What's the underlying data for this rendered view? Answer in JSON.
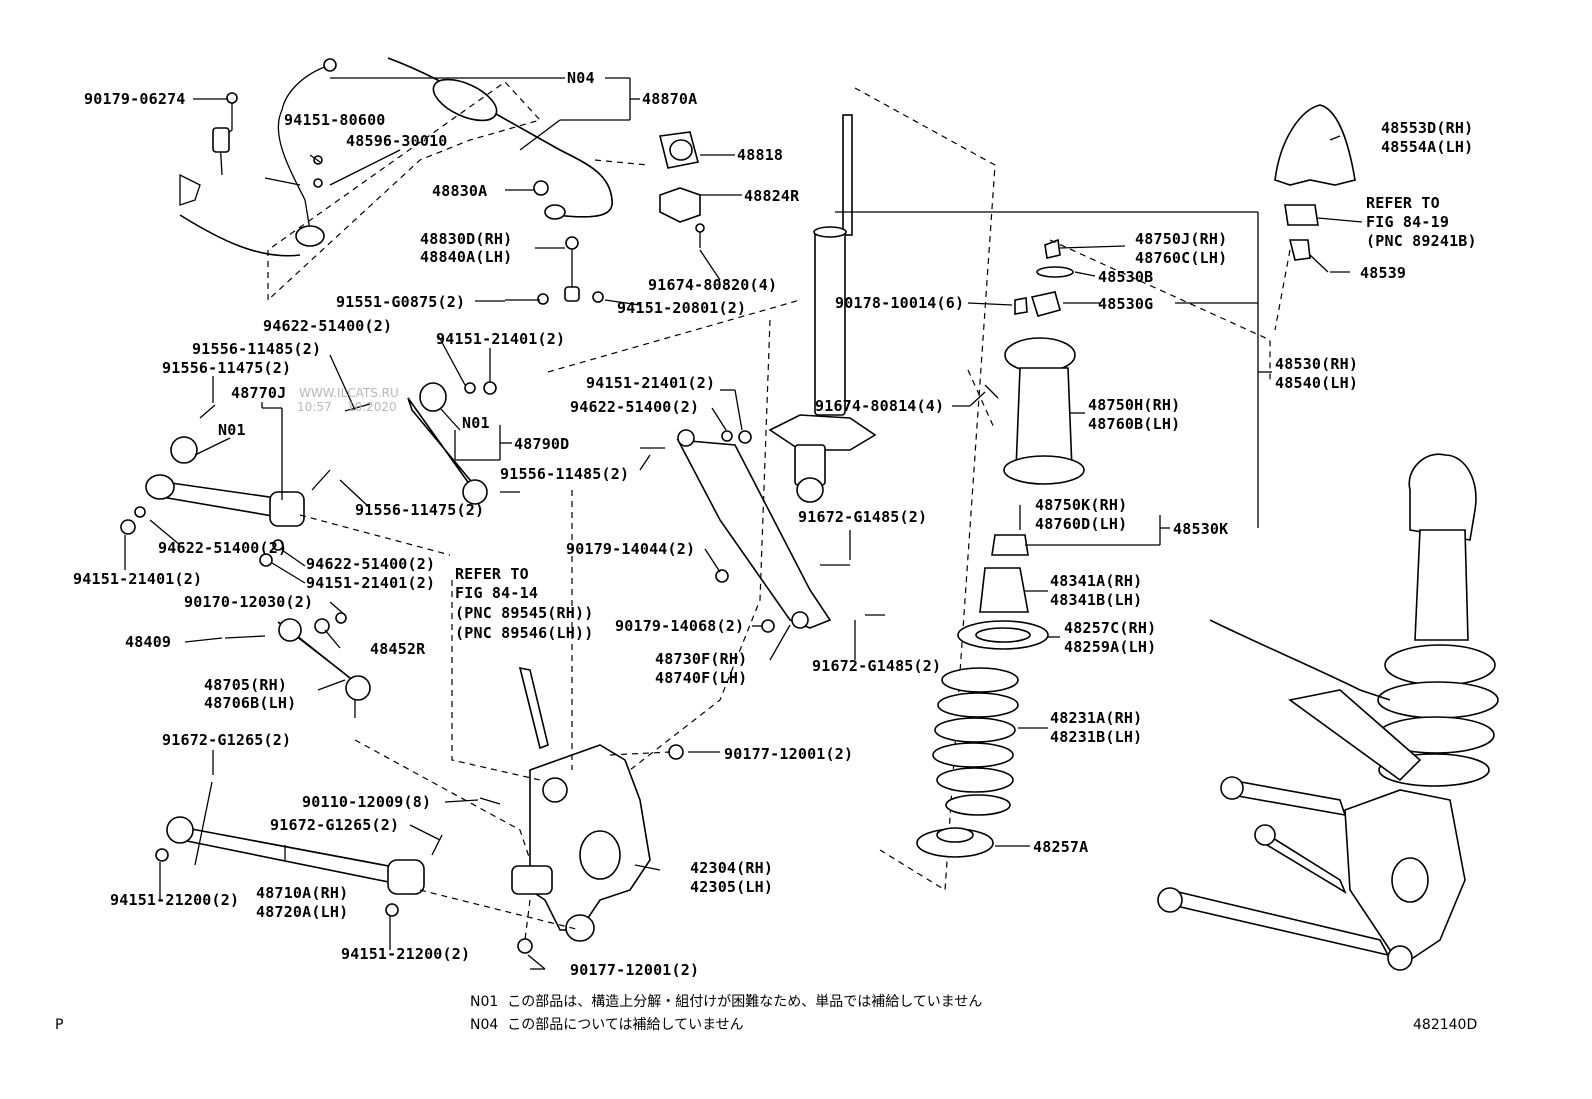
{
  "diagram": {
    "code": "482140D",
    "corner_mark": "P",
    "watermark": [
      "WWW.ILCATS.RU",
      "10:57",
      "10.2020"
    ],
    "notes": [
      {
        "code": "N01",
        "text": "この部品は、構造上分解・組付けが困難なため、単品では補給していません"
      },
      {
        "code": "N04",
        "text": "この部品については補給していません"
      }
    ],
    "labels": {
      "p90179_06274": "90179-06274",
      "n04": "N04",
      "p48870A": "48870A",
      "p94151_80600": "94151-80600",
      "p48596_30010": "48596-30010",
      "p48818": "48818",
      "p48830A": "48830A",
      "p48824R": "48824R",
      "p48830D": "48830D(RH)",
      "p48840A": "48840A(LH)",
      "p91674_80820": "91674-80820(4)",
      "p91551_G0875": "91551-G0875(2)",
      "p94151_20801": "94151-20801(2)",
      "p94622_51400_a": "94622-51400(2)",
      "p94151_21401_a": "94151-21401(2)",
      "p91556_11485_a": "91556-11485(2)",
      "p91556_11475_a": "91556-11475(2)",
      "p48770J": "48770J",
      "n01_a": "N01",
      "n01_b": "N01",
      "p48790D": "48790D",
      "p91556_11485_b": "91556-11485(2)",
      "p91556_11475_b": "91556-11475(2)",
      "p94622_51400_b": "94622-51400(2)",
      "p94151_21401_b": "94151-21401(2)",
      "p94622_51400_c": "94622-51400(2)",
      "p94151_21401_c": "94151-21401(2)",
      "p90170_12030": "90170-12030(2)",
      "p48409": "48409",
      "p48452R": "48452R",
      "p48705": "48705(RH)",
      "p48706B": "48706B(LH)",
      "refer_84_14_a": "REFER TO",
      "refer_84_14_b": "FIG 84-14",
      "refer_84_14_c": "(PNC 89545(RH))",
      "refer_84_14_d": "(PNC 89546(LH))",
      "p94151_21401_d": "94151-21401(2)",
      "p94622_51400_d": "94622-51400(2)",
      "p90179_14044": "90179-14044(2)",
      "p90179_14068": "90179-14068(2)",
      "p48730F": "48730F(RH)",
      "p48740F": "48740F(LH)",
      "p91672_G1485_a": "91672-G1485(2)",
      "p91672_G1485_b": "91672-G1485(2)",
      "p90178_10014": "90178-10014(6)",
      "p91674_80814": "91674-80814(4)",
      "p91672_G1265_a": "91672-G1265(2)",
      "p90177_12001_a": "90177-12001(2)",
      "p90110_12009": "90110-12009(8)",
      "p91672_G1265_b": "91672-G1265(2)",
      "p94151_21200_a": "94151-21200(2)",
      "p48710A": "48710A(RH)",
      "p48720A": "48720A(LH)",
      "p94151_21200_b": "94151-21200(2)",
      "p42304": "42304(RH)",
      "p42305": "42305(LH)",
      "p90177_12001_b": "90177-12001(2)",
      "p48553D": "48553D(RH)",
      "p48554A": "48554A(LH)",
      "refer_84_19_a": "REFER TO",
      "refer_84_19_b": "FIG 84-19",
      "refer_84_19_c": "(PNC 89241B)",
      "p48539": "48539",
      "p48750J": "48750J(RH)",
      "p48760C": "48760C(LH)",
      "p48530B": "48530B",
      "p48530G": "48530G",
      "p48530": "48530(RH)",
      "p48540": "48540(LH)",
      "p48750H": "48750H(RH)",
      "p48760B": "48760B(LH)",
      "p48750K": "48750K(RH)",
      "p48760D": "48760D(LH)",
      "p48530K": "48530K",
      "p48341A": "48341A(RH)",
      "p48341B": "48341B(LH)",
      "p48257C": "48257C(RH)",
      "p48259A": "48259A(LH)",
      "p48231A": "48231A(RH)",
      "p48231B": "48231B(LH)",
      "p48257A": "48257A"
    }
  }
}
